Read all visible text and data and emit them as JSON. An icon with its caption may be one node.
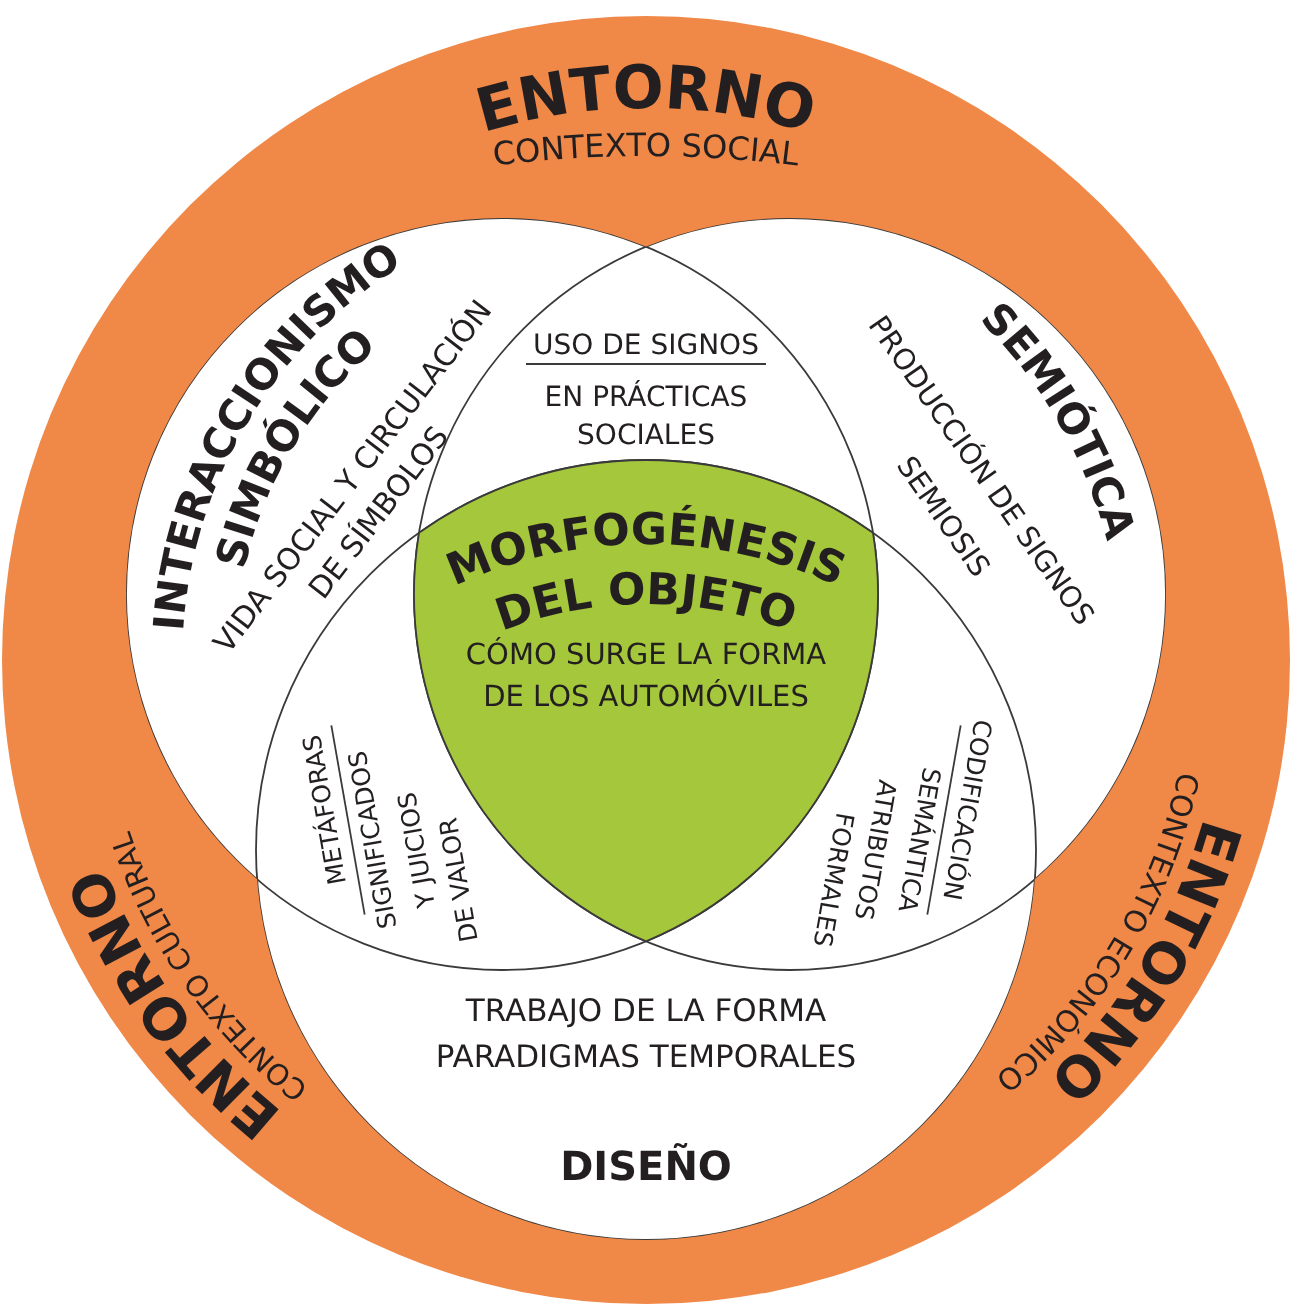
{
  "diagram": {
    "nodes": [
      {
        "text": [
          "ENTORNO",
          "CONTEXTO SOCIAL",
          "ENTORNO",
          "CONTEXTO CULTURAL",
          "ENTORNO",
          "CONTEXTO ECONÓMICO"
        ]
      },
      {
        "text": [
          "INTERACCIONISMO SIMBÓLICO",
          "VIDA SOCIAL Y CIRCULACIÓN DE SÍMBOLOS"
        ],
        "in": 0
      },
      {
        "text": [
          "SEMIÓTICA",
          "PRODUCCIÓN DE SIGNOS",
          "SEMIOSIS"
        ],
        "in": 0
      },
      {
        "text": [
          "MORFOGÉNESIS DEL OBJETO",
          "CÓMO SURGE LA FORMA DE LOS AUTOMÓVILES"
        ]
      },
      {
        "text": [
          "TRABAJO DE LA FORMA",
          "PARADIGMAS TEMPORALES",
          "DISEÑO"
        ],
        "in": 0
      }
    ],
    "labels": [
      "USO DE SIGNOS",
      "EN PRÁCTICAS SOCIALES",
      "METÁFORAS",
      "SIGNIFICADOS Y JUICIOS DE VALOR",
      "CODIFICACIÓN",
      "SEMÁNTICA ATRIBUTOS FORMALES"
    ]
  }
}
